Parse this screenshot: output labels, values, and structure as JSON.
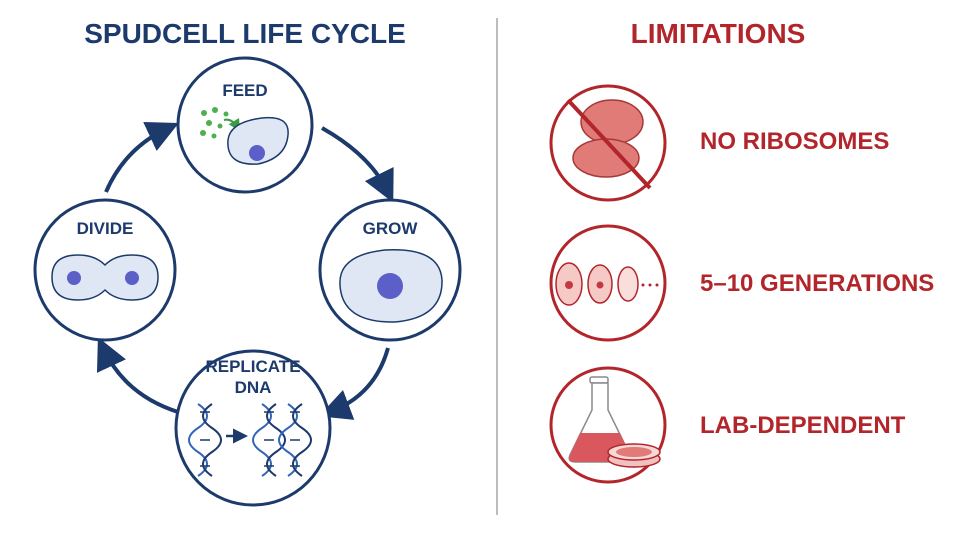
{
  "left_panel": {
    "title": "SPUDCELL LIFE CYCLE",
    "stages": {
      "feed": "FEED",
      "grow": "GROW",
      "replicate_line1": "REPLICATE",
      "replicate_line2": "DNA",
      "divide": "DIVIDE"
    }
  },
  "right_panel": {
    "title": "LIMITATIONS",
    "items": {
      "ribosomes": "NO RIBOSOMES",
      "generations": "5–10 GENERATIONS",
      "lab": "LAB-DEPENDENT"
    }
  },
  "colors": {
    "navy": "#1c3a6b",
    "cell_fill": "#dfe7f5",
    "nucleus": "#5b5fc7",
    "red": "#b2262b",
    "pink": "#f5c9c6",
    "green_dots": "#4caf50"
  },
  "icons": [
    "arrow-icon",
    "cell-icon",
    "dna-icon",
    "no-ribosome-icon",
    "generation-cells-icon",
    "flask-icon",
    "petri-dish-icon"
  ]
}
